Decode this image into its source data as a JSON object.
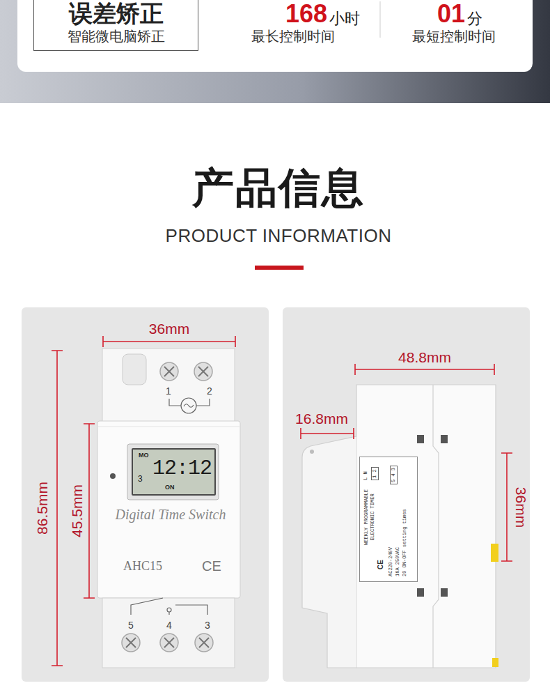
{
  "diagram": {
    "title": "产品信息",
    "nodes": [
      {
        "text": [
          "误差矫正",
          "智能微电脑矫正"
        ]
      },
      {
        "text": [
          "MO",
          "12:12",
          "ON",
          "3"
        ]
      },
      {
        "text": [
          "L N",
          "1 2",
          "5 4 3",
          "WEEKLY PROGRAMMABLE ELECTRONIC TIMER",
          "CE",
          "AC220-240V",
          "16A 250VAC",
          "20 ON-OFF setting times"
        ]
      }
    ],
    "labels": [
      "168",
      "小时",
      "最长控制时间",
      "01",
      "分",
      "最短控制时间",
      "PRODUCT INFORMATION",
      "36mm",
      "86.5mm",
      "45.5mm",
      "1",
      "2",
      "Digital Time Switch",
      "AHC15",
      "CE",
      "5",
      "4",
      "3",
      "48.8mm",
      "16.8mm",
      "36mm"
    ]
  }
}
